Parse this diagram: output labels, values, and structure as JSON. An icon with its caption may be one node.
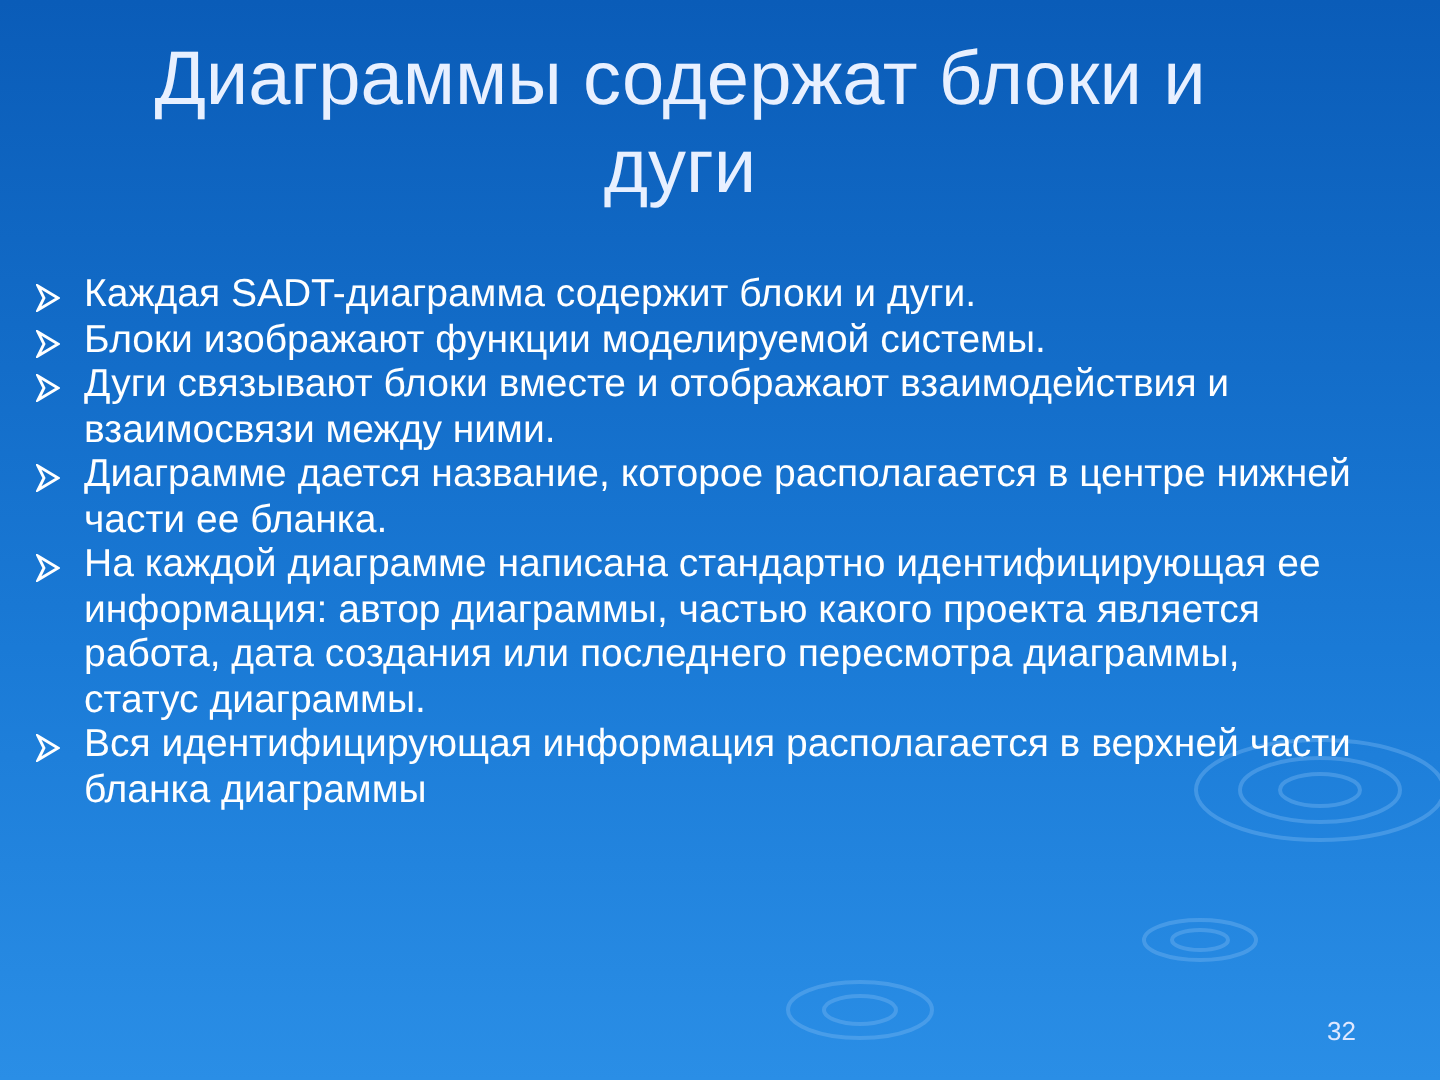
{
  "diagram": {
    "title": "Диаграммы содержат блоки и дуги",
    "labels": [
      "Каждая SADT-диаграмма содержит блоки и дуги.",
      "Блоки изображают функции моделируемой системы.",
      "Дуги связывают блоки вместе и отображают взаимодействия и взаимосвязи между ними.",
      "Диаграмме дается название, которое располагается в центре нижней части ее бланка.",
      "На каждой диаграмме написана стандартно идентифицирующая ее информация: автор диаграммы, частью какого проекта является работа, дата создания или последнего пересмотра диаграммы, статус диаграммы.",
      "Вся идентифицирующая информация располагается в верхней части бланка диаграммы",
      "32"
    ]
  }
}
